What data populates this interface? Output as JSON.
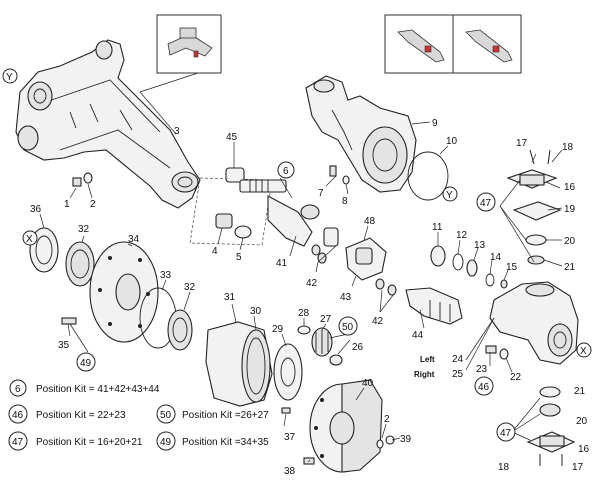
{
  "callouts": {
    "n1": "1",
    "n2": "2",
    "n2b": "2",
    "n3": "3",
    "n4": "4",
    "n5": "5",
    "n6": "6",
    "n7": "7",
    "n8": "8",
    "n9": "9",
    "n10": "10",
    "n11": "11",
    "n12": "12",
    "n13": "13",
    "n14": "14",
    "n15": "15",
    "n16": "16",
    "n16b": "16",
    "n17": "17",
    "n17b": "17",
    "n18": "18",
    "n18b": "18",
    "n19": "19",
    "n20": "20",
    "n20b": "20",
    "n21": "21",
    "n21b": "21",
    "n22": "22",
    "n23": "23",
    "n24": "24",
    "n25": "25",
    "n26": "26",
    "n27": "27",
    "n28": "28",
    "n29": "29",
    "n30": "30",
    "n31": "31",
    "n32": "32",
    "n32b": "32",
    "n33": "33",
    "n34": "34",
    "n35": "35",
    "n36": "36",
    "n37": "37",
    "n38": "38",
    "n39": "39",
    "n40": "40",
    "n41": "41",
    "n42": "42",
    "n42b": "42",
    "n43": "43",
    "n44": "44",
    "n45": "45",
    "n47": "47",
    "n47b": "47",
    "n48": "48"
  },
  "circled": {
    "c6": "6",
    "c46": "46",
    "c47": "47",
    "c47b": "47",
    "c47c": "47",
    "c49": "49",
    "c49b": "49",
    "c50": "50",
    "c46b": "46",
    "y1": "Y",
    "y2": "Y",
    "x1": "X",
    "x2": "X"
  },
  "side_labels": {
    "left": "Left",
    "right": "Right"
  },
  "position_kits": [
    {
      "id": "6",
      "text": "Position Kit = 41+42+43+44"
    },
    {
      "id": "46",
      "text": "Position Kit = 22+23"
    },
    {
      "id": "47",
      "text": "Position Kit = 16+20+21"
    },
    {
      "id": "50",
      "text": "Position Kit =26+27"
    },
    {
      "id": "49",
      "text": "Position Kit =34+35"
    }
  ]
}
